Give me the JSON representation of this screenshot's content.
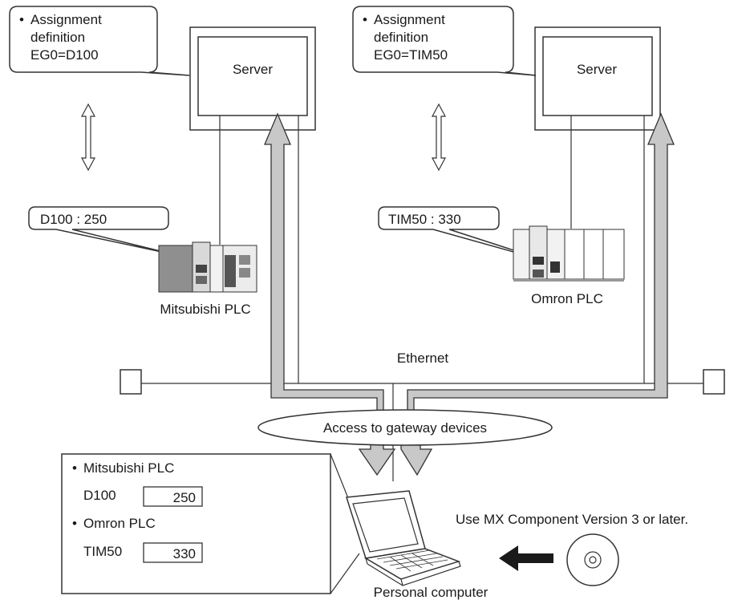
{
  "callouts": {
    "left_assignment": {
      "bullet": "•",
      "line1": "Assignment",
      "line2": "definition",
      "line3": "EG0=D100"
    },
    "right_assignment": {
      "bullet": "•",
      "line1": "Assignment",
      "line2": "definition",
      "line3": "EG0=TIM50"
    },
    "left_value": "D100 : 250",
    "right_value": "TIM50 : 330"
  },
  "servers": {
    "left_label": "Server",
    "right_label": "Server"
  },
  "plcs": {
    "left_label": "Mitsubishi PLC",
    "right_label": "Omron PLC"
  },
  "network": {
    "ethernet_label": "Ethernet",
    "gateway_label": "Access to gateway devices"
  },
  "pc_panel": {
    "bullet": "•",
    "item1_title": "Mitsubishi PLC",
    "item1_device": "D100",
    "item1_value": "250",
    "item2_title": "Omron PLC",
    "item2_device": "TIM50",
    "item2_value": "330"
  },
  "pc_label": "Personal computer",
  "software_note": "Use MX Component Version 3 or later."
}
